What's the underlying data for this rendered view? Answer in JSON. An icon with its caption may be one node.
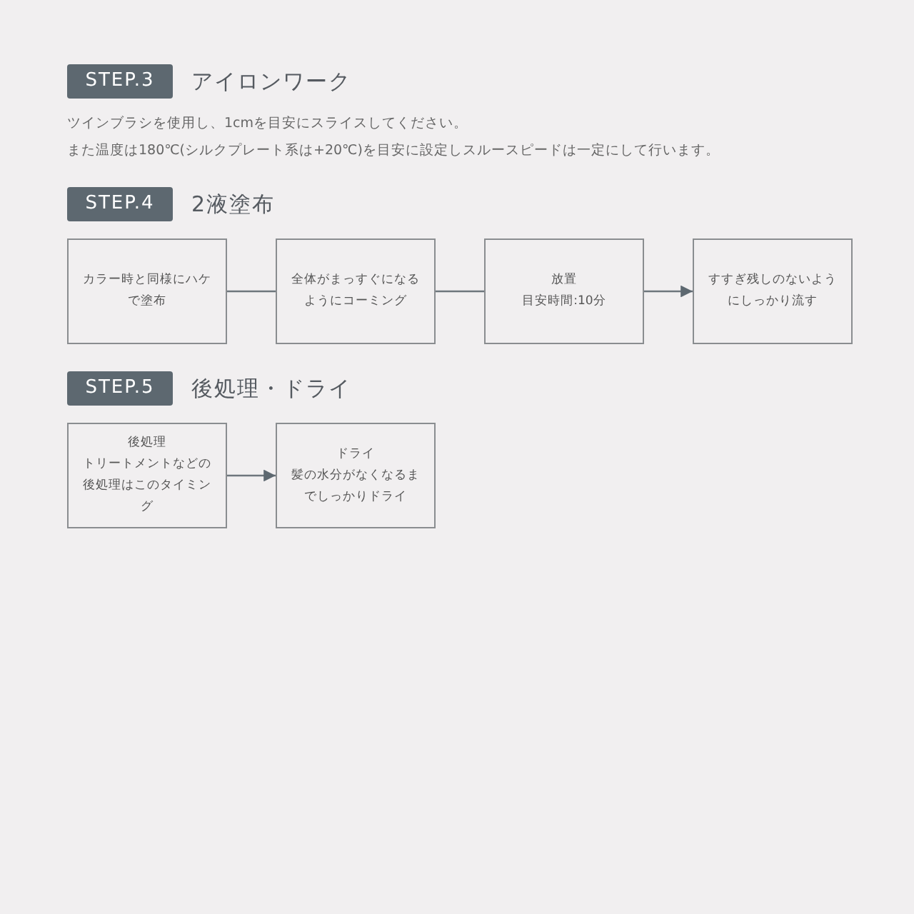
{
  "diagram": {
    "nodes": [
      {
        "text": [
          "カラー時と同様にハケで塗布"
        ]
      },
      {
        "text": [
          "全体がまっすぐになるようにコーミング"
        ]
      },
      {
        "text": [
          "放置",
          "目安時間:10分"
        ]
      },
      {
        "text": [
          "すすぎ残しのないようにしっかり流す"
        ]
      },
      {
        "text": [
          "後処理",
          "トリートメントなどの後処理はこのタイミング"
        ]
      },
      {
        "text": [
          "ドライ",
          "髪の水分がなくなるまでしっかりドライ"
        ]
      }
    ],
    "edges": [
      {
        "from": 0,
        "to": 1,
        "arrow": "none"
      },
      {
        "from": 1,
        "to": 2,
        "arrow": "none"
      },
      {
        "from": 2,
        "to": 3,
        "arrow": "to"
      },
      {
        "from": 4,
        "to": 5,
        "arrow": "to"
      }
    ],
    "labels": [
      "STEP.3",
      "アイロンワーク",
      "ツインブラシを使用し、1cmを目安にスライスしてください。",
      "また温度は180℃(シルクプレート系は+20℃)を目安に設定しスルースピードは一定にして行います。",
      "STEP.4",
      "2液塗布",
      "STEP.5",
      "後処理・ドライ"
    ]
  }
}
